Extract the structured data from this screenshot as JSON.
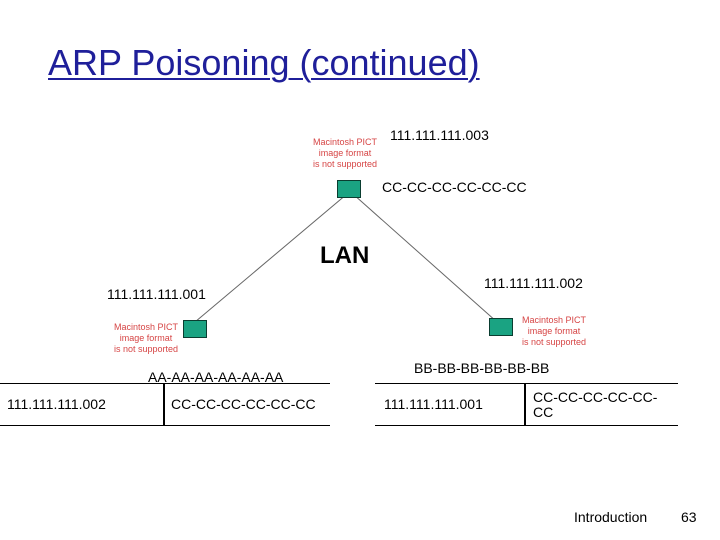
{
  "title": "ARP Poisoning (continued)",
  "lan_label": "LAN",
  "pict_placeholder": [
    "Macintosh PICT",
    "image format",
    "is not supported"
  ],
  "nodes": {
    "top": {
      "ip": "111.111.111.003",
      "mac": "CC-CC-CC-CC-CC-CC"
    },
    "left": {
      "ip": "111.111.111.001",
      "mac": "AA-AA-AA-AA-AA-AA"
    },
    "right": {
      "ip": "111.111.111.002",
      "mac": "BB-BB-BB-BB-BB-BB"
    }
  },
  "arp_tables": {
    "left": {
      "ip": "111.111.111.002",
      "mac": "CC-CC-CC-CC-CC-CC"
    },
    "right": {
      "ip": "111.111.111.001",
      "mac_line1": "CC-CC-CC-CC-CC-",
      "mac_line2": "CC"
    }
  },
  "footer": {
    "section": "Introduction",
    "page": "63"
  },
  "colors": {
    "title": "#1f1f9a",
    "node": "#1aa382",
    "pict_text": "#d64545"
  }
}
